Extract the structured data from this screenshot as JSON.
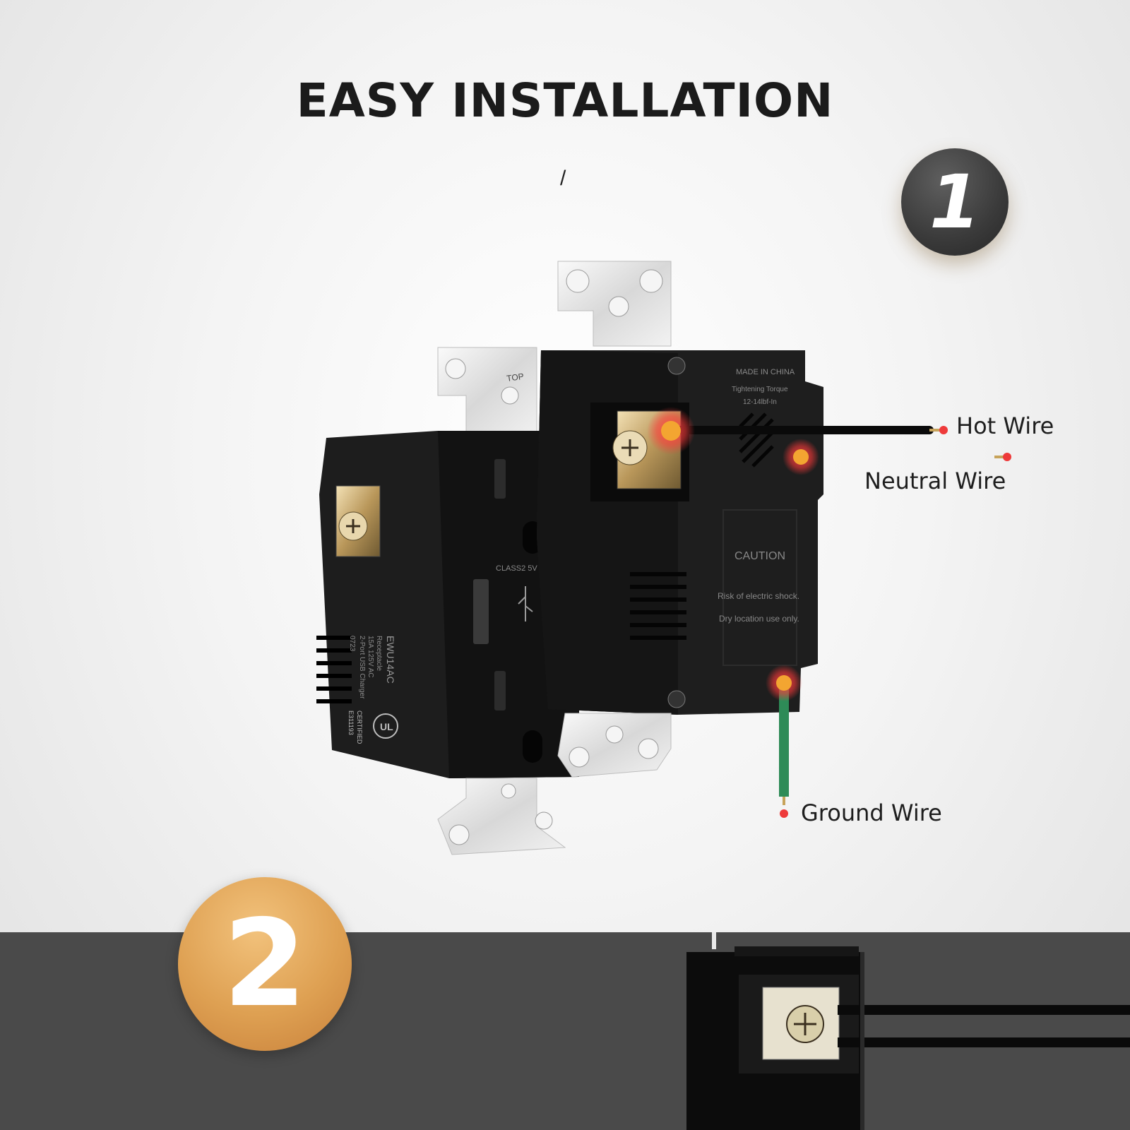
{
  "header": {
    "title": "EASY INSTALLATION",
    "subtitle": "/"
  },
  "steps": {
    "step_1": "1",
    "step_2": "2"
  },
  "wires": {
    "hot": "Hot Wire",
    "neutral": "Neutral Wire",
    "ground": "Ground Wire"
  },
  "product_text": {
    "top_mark": "TOP",
    "made_in": "MADE IN CHINA",
    "torque": "Tightening Torque",
    "torque_value": "12-14lbf-In",
    "caution": "CAUTION",
    "warning_1": "Risk of electric shock.",
    "warning_2": "Dry location use only.",
    "model": "EWU14AC",
    "model_desc_1": "Receptacle",
    "model_desc_2": "15A 125V AC",
    "model_desc_3": "2-Port USB Charger",
    "model_code": "0723",
    "certified": "CERTIFIED",
    "ul_code": "E311193",
    "usb_rating": "CLASS2 5V",
    "ul_mark": "UL"
  },
  "colors": {
    "hot_wire": "#111111",
    "neutral_wire": "#d9d9d9",
    "ground_wire": "#2e8b57",
    "marker_red": "#ee3a3a",
    "marker_orange": "#f3a531",
    "housing": "#1c1c1c",
    "strap": "#e6e6e6",
    "band": "#4a4a4a",
    "step_1_badge": "#3a3a3a",
    "step_2_badge": "#dea052"
  },
  "icons": {
    "screw": "screw-terminal-icon",
    "ul": "ul-certification-icon",
    "usb": "usb-icon"
  }
}
